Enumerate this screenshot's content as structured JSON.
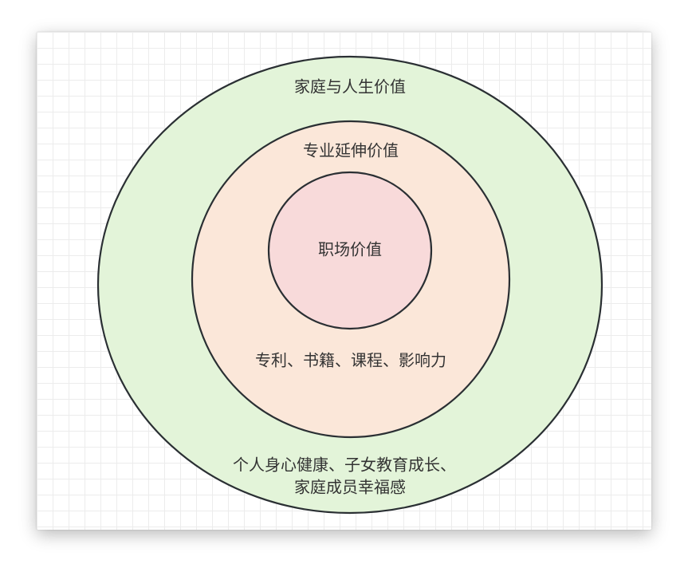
{
  "colors": {
    "outer_fill": "#e3f4d9",
    "middle_fill": "#fbe7d9",
    "inner_fill": "#f8dada",
    "stroke": "#2a2f33",
    "text": "#333333",
    "grid": "#ececec"
  },
  "rings": {
    "outer": {
      "title": "家庭与人生价值",
      "desc_line1": "个人身心健康、子女教育成长、",
      "desc_line2": "家庭成员幸福感"
    },
    "middle": {
      "title": "专业延伸价值",
      "desc": "专利、书籍、课程、影响力"
    },
    "inner": {
      "title": "职场价值"
    }
  }
}
